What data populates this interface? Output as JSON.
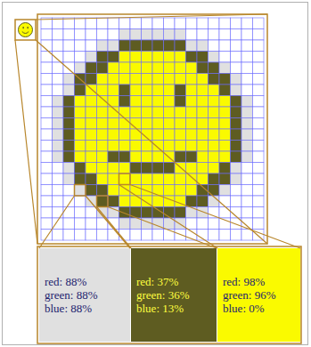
{
  "diagram": {
    "nodes": [
      {
        "text": [
          "red: 88%",
          "green: 88%",
          "blue: 88%"
        ]
      },
      {
        "text": [
          "red: 37%",
          "green: 36%",
          "blue: 13%"
        ]
      },
      {
        "text": [
          "red: 98%",
          "green: 96%",
          "blue: 0%"
        ]
      }
    ]
  }
}
